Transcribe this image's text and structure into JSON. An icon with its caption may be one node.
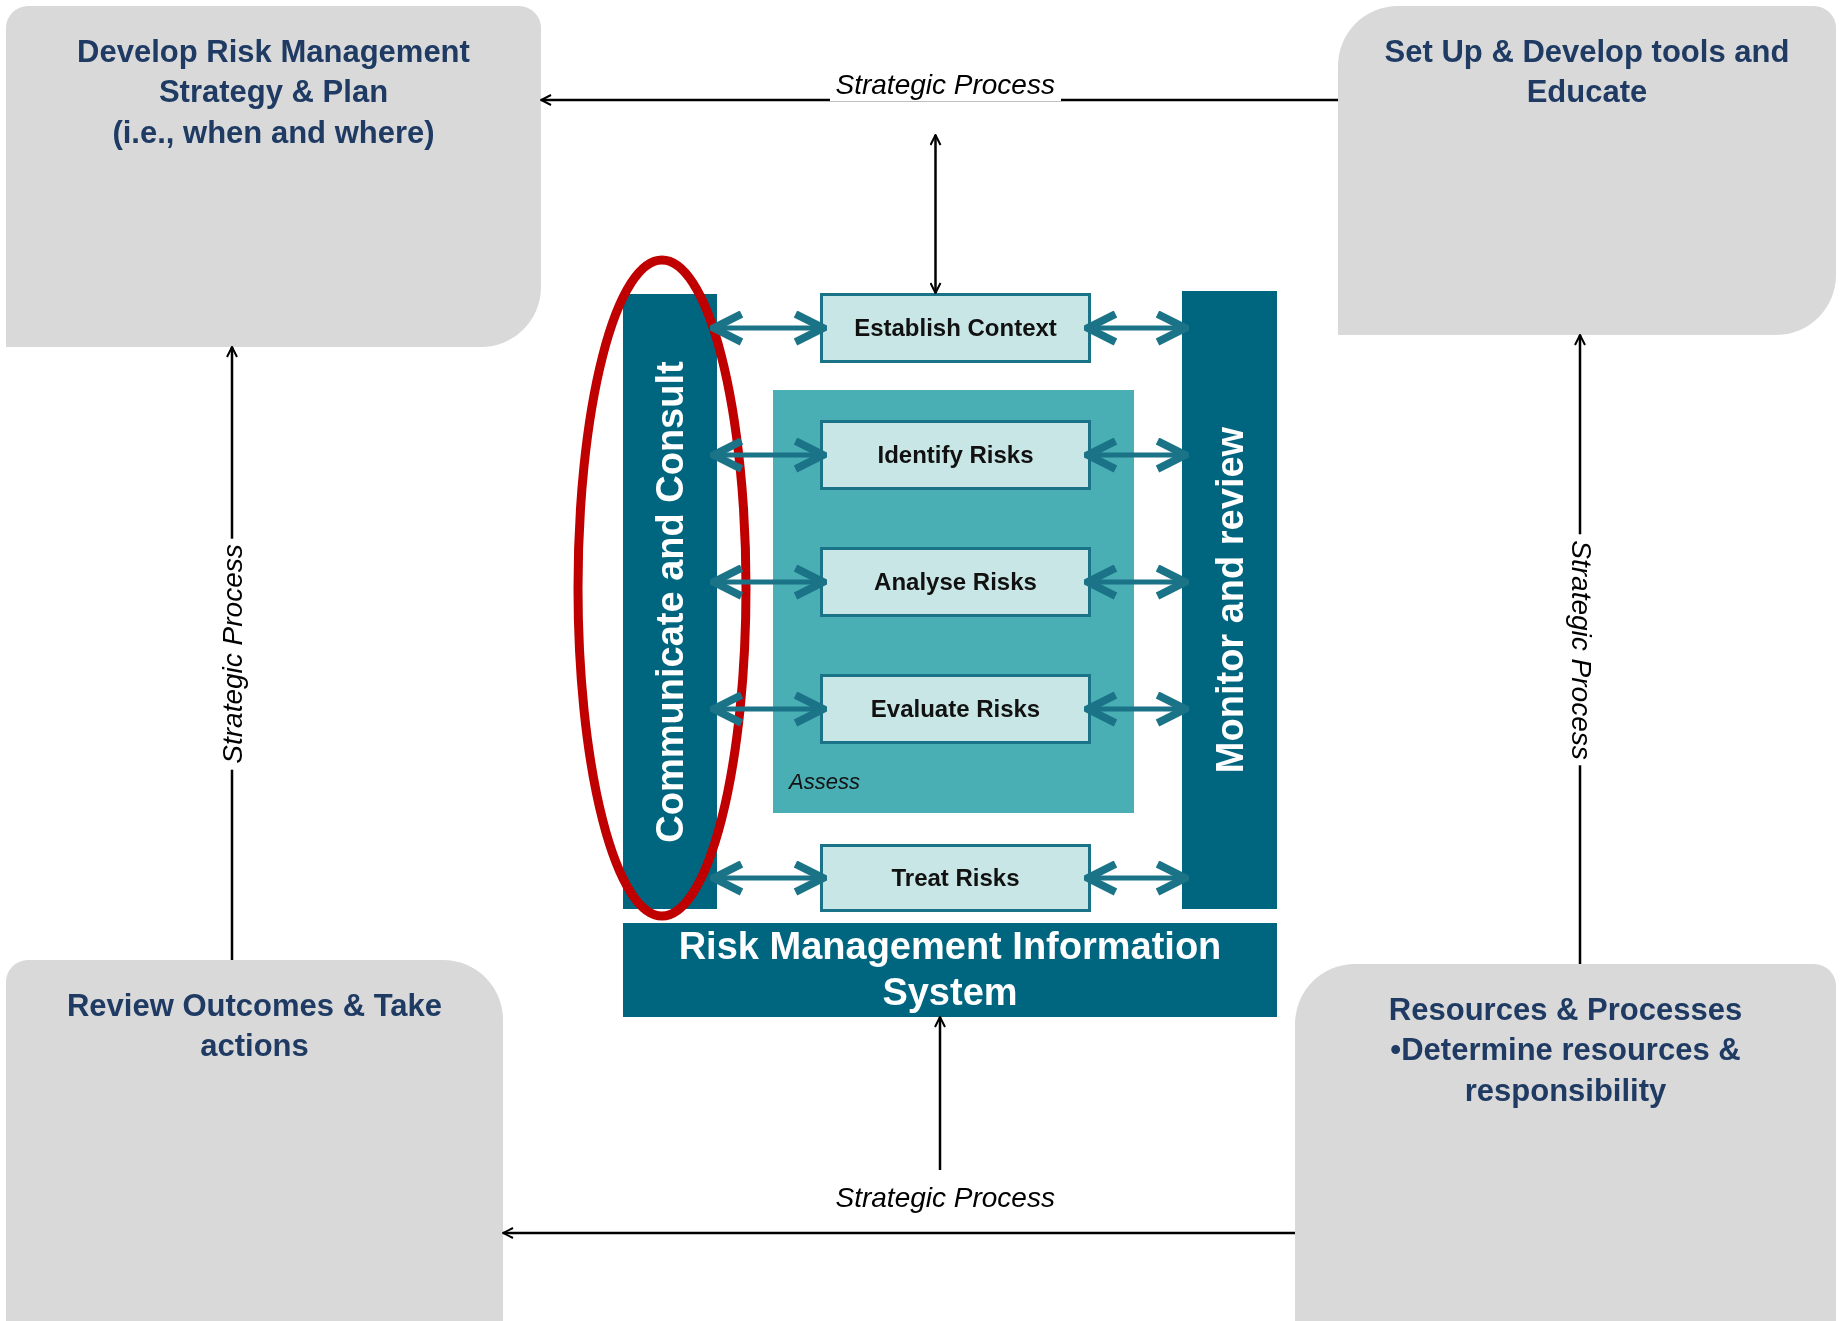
{
  "diagram": {
    "nodes": [
      {
        "text": [
          "Develop Risk Management Strategy & Plan",
          "(i.e., when and where)"
        ]
      },
      {
        "text": [
          "Set Up & Develop tools and Educate"
        ]
      },
      {
        "text": [
          "Communicate and Consult"
        ]
      },
      {
        "text": [
          "Establish Context"
        ]
      },
      {
        "text": [
          "Assess"
        ]
      },
      {
        "text": [
          "Identify Risks"
        ],
        "in": 4
      },
      {
        "text": [
          "Analyse Risks"
        ],
        "in": 4
      },
      {
        "text": [
          "Evaluate Risks"
        ],
        "in": 4
      },
      {
        "text": [
          "Monitor and review"
        ]
      },
      {
        "text": [
          "Treat Risks"
        ]
      },
      {
        "text": [
          "Risk Management Information System"
        ]
      },
      {
        "text": [
          "Review Outcomes & Take actions"
        ]
      },
      {
        "text": [
          "Resources & Processes",
          "•Determine resources & responsibility"
        ]
      }
    ],
    "edges": [
      {
        "from": 1,
        "to": 0,
        "arrow": "to",
        "label": "Strategic Process",
        "color": "#000000"
      },
      {
        "from": 11,
        "to": 0,
        "arrow": "to",
        "label": "Strategic Process",
        "color": "#000000"
      },
      {
        "from": 12,
        "to": 1,
        "arrow": "to",
        "label": "Strategic Process",
        "color": "#000000"
      },
      {
        "from": 12,
        "to": 11,
        "arrow": "to",
        "label": "Strategic Process",
        "color": "#000000"
      },
      {
        "from": null,
        "to": 3,
        "arrow": "both",
        "color": "#000000"
      },
      {
        "from": null,
        "to": 10,
        "arrow": "to",
        "color": "#000000"
      },
      {
        "from": 2,
        "to": 3,
        "arrow": "both"
      },
      {
        "from": 2,
        "to": 5,
        "arrow": "both"
      },
      {
        "from": 2,
        "to": 6,
        "arrow": "both"
      },
      {
        "from": 2,
        "to": 7,
        "arrow": "both"
      },
      {
        "from": 2,
        "to": 9,
        "arrow": "both"
      },
      {
        "from": 3,
        "to": 8,
        "arrow": "both"
      },
      {
        "from": 5,
        "to": 8,
        "arrow": "both"
      },
      {
        "from": 6,
        "to": 8,
        "arrow": "both"
      },
      {
        "from": 7,
        "to": 8,
        "arrow": "both"
      },
      {
        "from": 9,
        "to": 8,
        "arrow": "both"
      }
    ]
  }
}
